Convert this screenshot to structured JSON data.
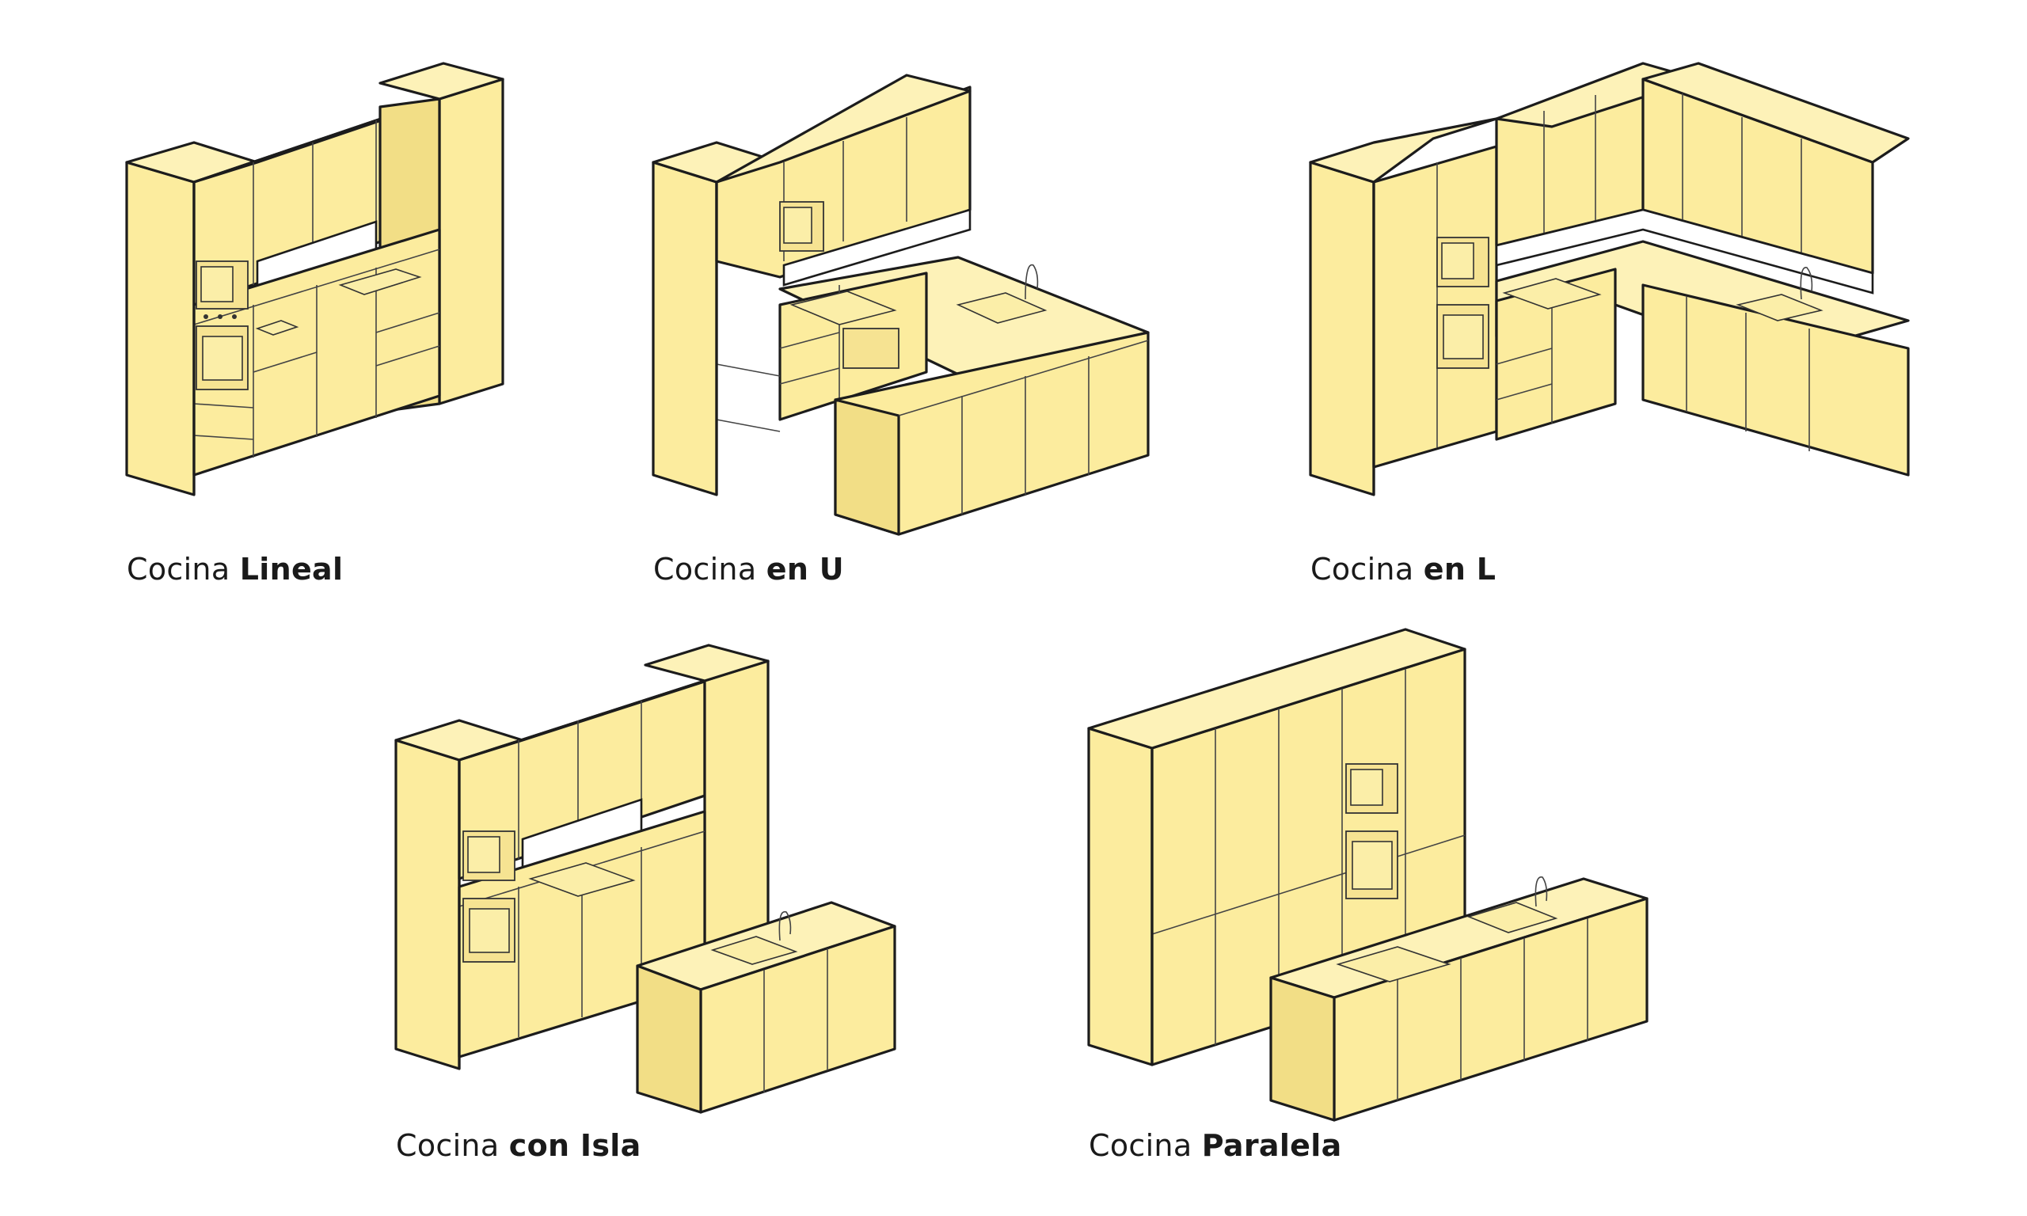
{
  "captions": {
    "lineal": {
      "prefix": "Cocina",
      "type": "Lineal"
    },
    "en_u": {
      "prefix": "Cocina",
      "type": "en U"
    },
    "en_l": {
      "prefix": "Cocina",
      "type": "en L"
    },
    "con_isla": {
      "prefix": "Cocina",
      "type": "con Isla"
    },
    "paralela": {
      "prefix": "Cocina",
      "type": "Paralela"
    }
  },
  "colors": {
    "cabinet": "#fcec9e",
    "outline": "#1c1c1c",
    "background": "#ffffff"
  }
}
